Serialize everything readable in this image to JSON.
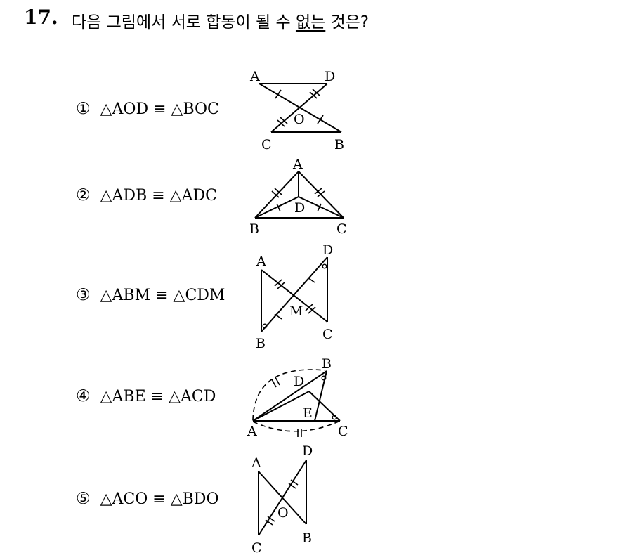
{
  "question": {
    "number": "17.",
    "text_before": "다음 그림에서 서로 합동이 될 수 ",
    "text_underlined": "없는",
    "text_after": " 것은?"
  },
  "options": [
    {
      "marker": "①",
      "statement": "△AOD ≡ △BOC",
      "labels": {
        "a": "A",
        "d": "D",
        "o": "O",
        "c": "C",
        "b": "B"
      }
    },
    {
      "marker": "②",
      "statement": "△ADB ≡ △ADC",
      "labels": {
        "a": "A",
        "d": "D",
        "b": "B",
        "c": "C"
      }
    },
    {
      "marker": "③",
      "statement": "△ABM ≡ △CDM",
      "labels": {
        "a": "A",
        "d": "D",
        "m": "M",
        "b": "B",
        "c": "C"
      }
    },
    {
      "marker": "④",
      "statement": "△ABE ≡ △ACD",
      "labels": {
        "b": "B",
        "d": "D",
        "e": "E",
        "a": "A",
        "c": "C"
      }
    },
    {
      "marker": "⑤",
      "statement": "△ACO ≡ △BDO",
      "labels": {
        "a": "A",
        "d": "D",
        "o": "O",
        "c": "C",
        "b": "B"
      }
    }
  ]
}
